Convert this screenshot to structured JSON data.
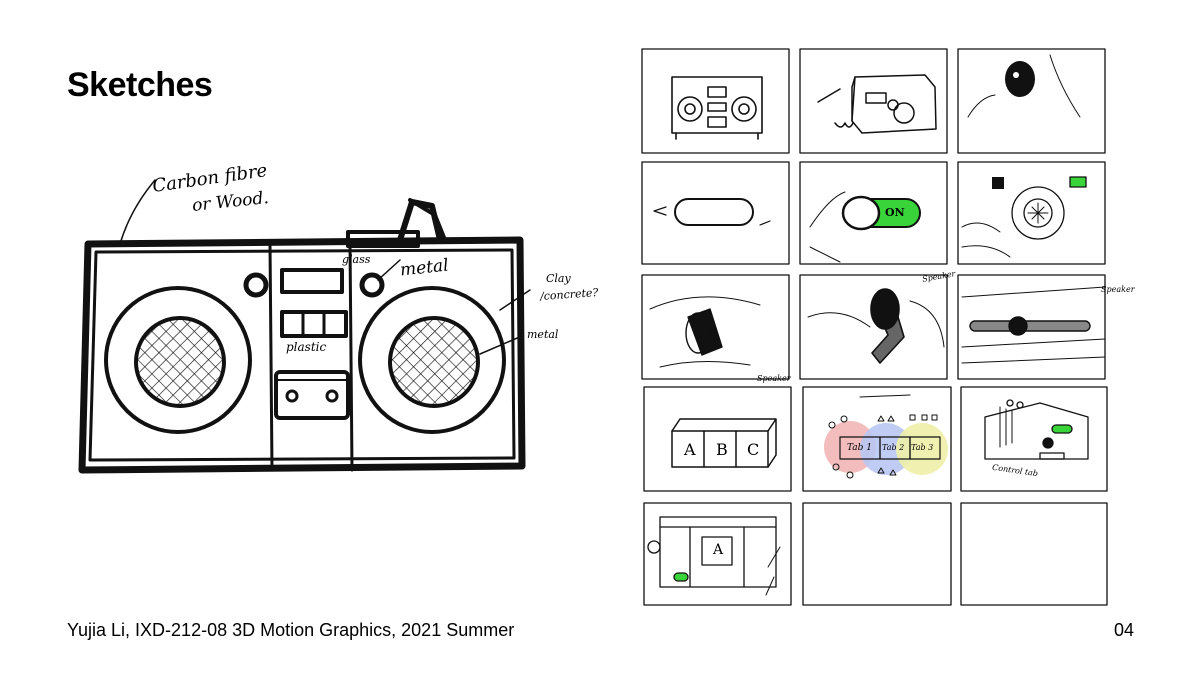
{
  "slide": {
    "title": "Sketches",
    "footer": "Yujia Li, IXD-212-08 3D Motion Graphics, 2021 Summer",
    "page_number": "04"
  },
  "sketch_annotations": {
    "carbon": "Carbon fibre",
    "wood": "or Wood.",
    "glass": "glass",
    "metal_top": "metal",
    "clay": "Clay",
    "concrete": "/concrete?",
    "plastic": "plastic",
    "metal_side": "metal"
  },
  "thumbnails": {
    "on_label": "ON",
    "speaker_a": "Speaker",
    "speaker_b": "Speaker",
    "speaker_c": "Speaker",
    "letter_a": "A",
    "letter_b": "B",
    "letter_c": "C",
    "tab1": "Tab 1",
    "tab2": "Tab 2",
    "tab3": "Tab 3",
    "control_label": "Control tab",
    "panel_letter": "A"
  },
  "colors": {
    "accent_green": "#39d43a",
    "ink": "#111111",
    "tab_red": "#f3b6b6",
    "tab_blue": "#b9c6f2",
    "tab_yellow": "#eef0a8"
  }
}
